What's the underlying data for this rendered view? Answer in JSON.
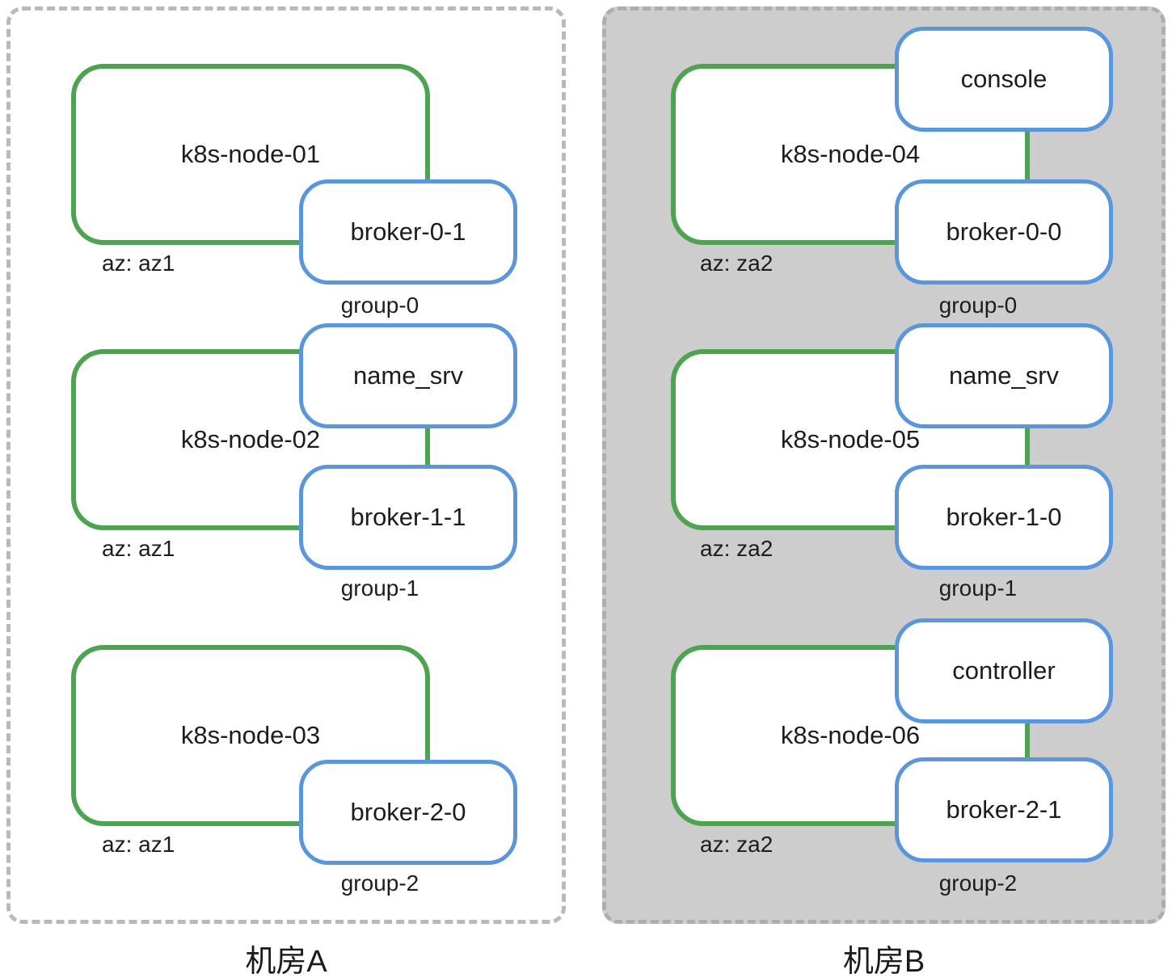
{
  "panels": [
    {
      "label": "机房A",
      "fill": "#ffffff",
      "nodes": [
        {
          "name": "k8s-node-01",
          "az": "az: az1",
          "group": "group-0",
          "pods": [
            "broker-0-1"
          ]
        },
        {
          "name": "k8s-node-02",
          "az": "az: az1",
          "group": "group-1",
          "pods": [
            "name_srv",
            "broker-1-1"
          ]
        },
        {
          "name": "k8s-node-03",
          "az": "az: az1",
          "group": "group-2",
          "pods": [
            "broker-2-0"
          ]
        }
      ]
    },
    {
      "label": "机房B",
      "fill": "#cdcdcd",
      "nodes": [
        {
          "name": "k8s-node-04",
          "az": "az: za2",
          "group": "group-0",
          "pods": [
            "console",
            "broker-0-0"
          ]
        },
        {
          "name": "k8s-node-05",
          "az": "az: za2",
          "group": "group-1",
          "pods": [
            "name_srv",
            "broker-1-0"
          ]
        },
        {
          "name": "k8s-node-06",
          "az": "az: za2",
          "group": "group-2",
          "pods": [
            "controller",
            "broker-2-1"
          ]
        }
      ]
    }
  ],
  "colors": {
    "k8s_node_border": "#4da350",
    "pod_border": "#5a96dc",
    "panel_a_fill": "#ffffff",
    "panel_b_fill": "#cdcdcd",
    "panel_dash_border": "#b5b5b5",
    "text": "#1d1d1d"
  }
}
